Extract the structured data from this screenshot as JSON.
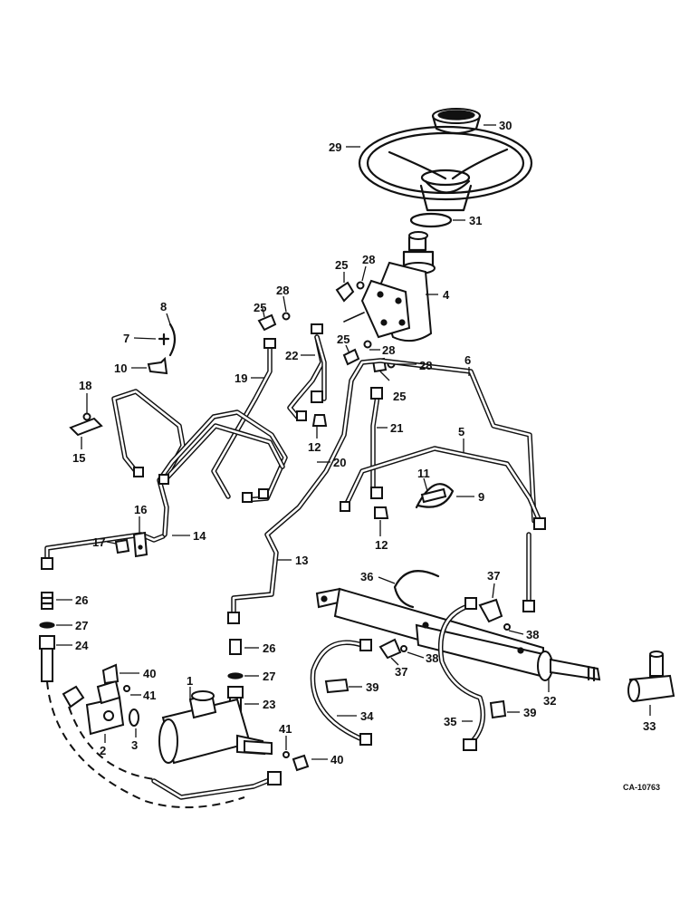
{
  "figure_code": "CA-10763",
  "callouts": [
    {
      "id": "c30",
      "label": "30"
    },
    {
      "id": "c29",
      "label": "29"
    },
    {
      "id": "c31",
      "label": "31"
    },
    {
      "id": "c4",
      "label": "4"
    },
    {
      "id": "c25a",
      "label": "25"
    },
    {
      "id": "c28a",
      "label": "28"
    },
    {
      "id": "c25b",
      "label": "25"
    },
    {
      "id": "c28b",
      "label": "28"
    },
    {
      "id": "c8",
      "label": "8"
    },
    {
      "id": "c7",
      "label": "7"
    },
    {
      "id": "c10",
      "label": "10"
    },
    {
      "id": "c22",
      "label": "22"
    },
    {
      "id": "c25c",
      "label": "25"
    },
    {
      "id": "c28c",
      "label": "28"
    },
    {
      "id": "c28d",
      "label": "28"
    },
    {
      "id": "c6",
      "label": "6"
    },
    {
      "id": "c19",
      "label": "19"
    },
    {
      "id": "c25d",
      "label": "25"
    },
    {
      "id": "c18",
      "label": "18"
    },
    {
      "id": "c15",
      "label": "15"
    },
    {
      "id": "c21",
      "label": "21"
    },
    {
      "id": "c12a",
      "label": "12"
    },
    {
      "id": "c5",
      "label": "5"
    },
    {
      "id": "c20",
      "label": "20"
    },
    {
      "id": "c11",
      "label": "11"
    },
    {
      "id": "c9",
      "label": "9"
    },
    {
      "id": "c16",
      "label": "16"
    },
    {
      "id": "c12b",
      "label": "12"
    },
    {
      "id": "c17",
      "label": "17"
    },
    {
      "id": "c14",
      "label": "14"
    },
    {
      "id": "c13",
      "label": "13"
    },
    {
      "id": "c36",
      "label": "36"
    },
    {
      "id": "c37a",
      "label": "37"
    },
    {
      "id": "c26a",
      "label": "26"
    },
    {
      "id": "c38a",
      "label": "38"
    },
    {
      "id": "c27a",
      "label": "27"
    },
    {
      "id": "c24",
      "label": "24"
    },
    {
      "id": "c26b",
      "label": "26"
    },
    {
      "id": "c38b",
      "label": "38"
    },
    {
      "id": "c37b",
      "label": "37"
    },
    {
      "id": "c40a",
      "label": "40"
    },
    {
      "id": "c27b",
      "label": "27"
    },
    {
      "id": "c1",
      "label": "1"
    },
    {
      "id": "c39a",
      "label": "39"
    },
    {
      "id": "c32",
      "label": "32"
    },
    {
      "id": "c41a",
      "label": "41"
    },
    {
      "id": "c23",
      "label": "23"
    },
    {
      "id": "c39b",
      "label": "39"
    },
    {
      "id": "c34",
      "label": "34"
    },
    {
      "id": "c35",
      "label": "35"
    },
    {
      "id": "c2",
      "label": "2"
    },
    {
      "id": "c3",
      "label": "3"
    },
    {
      "id": "c41b",
      "label": "41"
    },
    {
      "id": "c33",
      "label": "33"
    },
    {
      "id": "c40b",
      "label": "40"
    }
  ]
}
